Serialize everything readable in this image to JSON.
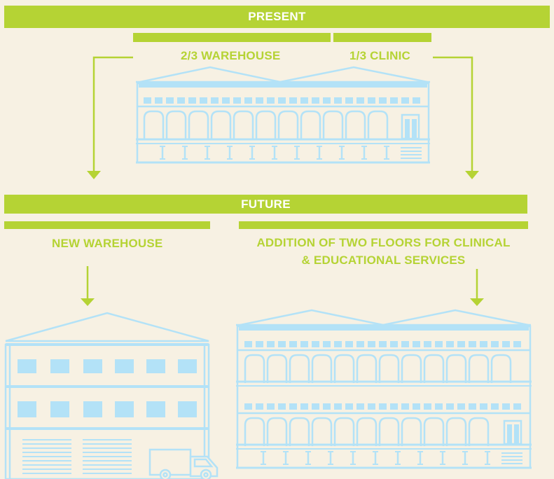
{
  "colors": {
    "background": "#f7f1e3",
    "accent_green": "#b5d334",
    "building_blue": "#b3e2f7",
    "text_white": "#ffffff"
  },
  "present": {
    "title": "PRESENT",
    "warehouse_label": "2/3 WAREHOUSE",
    "clinic_label": "1/3 CLINIC"
  },
  "future": {
    "title": "FUTURE",
    "new_warehouse_label": "NEW WAREHOUSE",
    "addition_label_line1": "ADDITION OF TWO FLOORS FOR CLINICAL",
    "addition_label_line2": "& EDUCATIONAL SERVICES"
  },
  "icons": [
    "arrow-down-icon",
    "present-building-icon",
    "new-warehouse-building-icon",
    "expanded-building-icon",
    "delivery-truck-icon"
  ]
}
